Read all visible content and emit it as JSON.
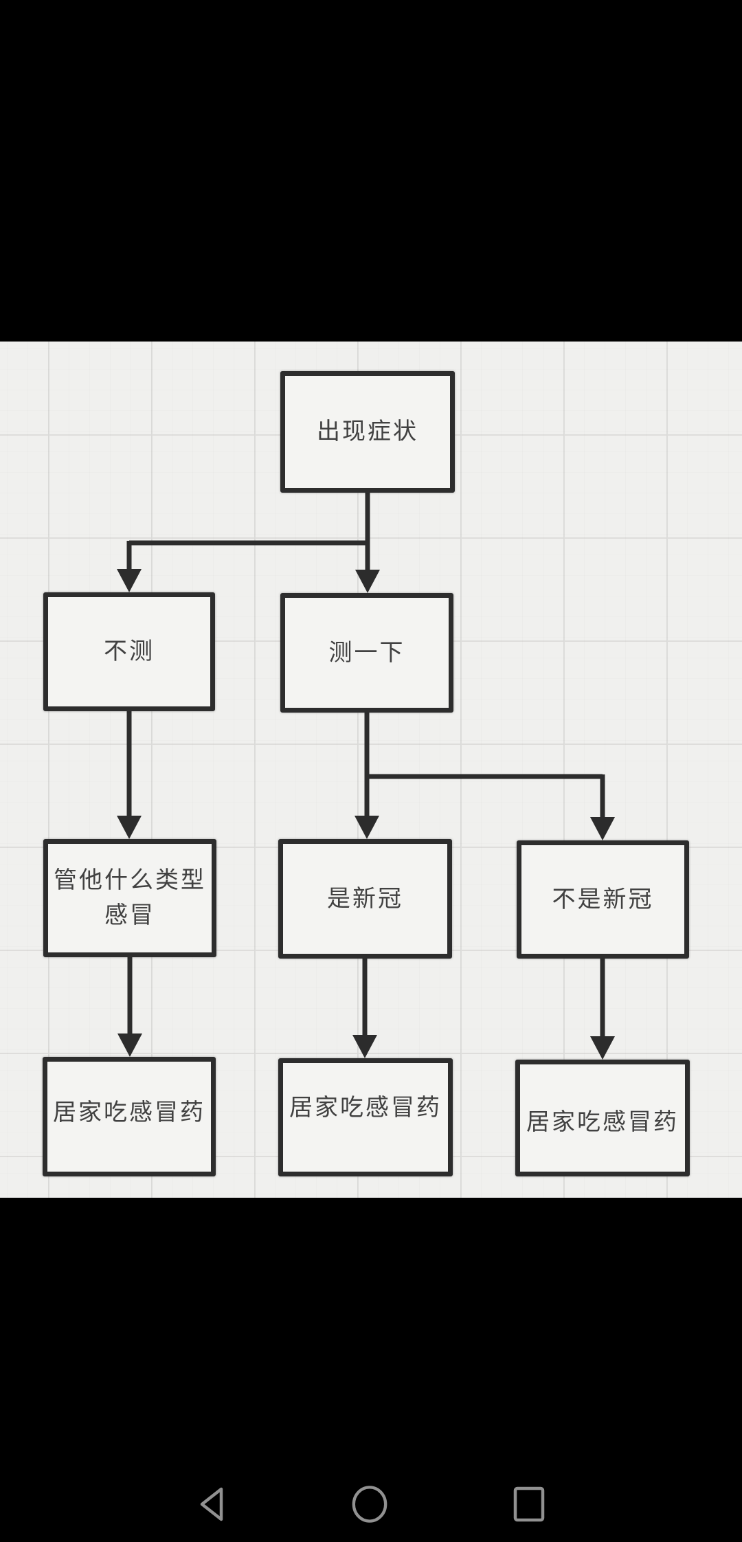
{
  "screen": {
    "letterbox_color": "#000000"
  },
  "flowchart": {
    "canvas_color": "#f0f0ee",
    "grid_line_color": "#dedddb",
    "box_fill_color": "#f4f4f2",
    "box_border_color": "#2d2d2d",
    "text_color": "#414141",
    "connector_color": "#2c2c2c",
    "nodes": [
      {
        "id": "start",
        "label": "出现症状"
      },
      {
        "id": "no-test",
        "label": "不测"
      },
      {
        "id": "test",
        "label": "测一下"
      },
      {
        "id": "whatever-cold",
        "label": "管他什么类型感冒"
      },
      {
        "id": "is-covid",
        "label": "是新冠"
      },
      {
        "id": "not-covid",
        "label": "不是新冠"
      },
      {
        "id": "home-med-1",
        "label": "居家吃感冒药"
      },
      {
        "id": "home-med-2",
        "label": "居家吃感冒药"
      },
      {
        "id": "home-med-3",
        "label": "居家吃感冒药"
      }
    ],
    "edges": [
      {
        "from": "start",
        "to": "no-test"
      },
      {
        "from": "start",
        "to": "test"
      },
      {
        "from": "no-test",
        "to": "whatever-cold"
      },
      {
        "from": "test",
        "to": "is-covid"
      },
      {
        "from": "test",
        "to": "not-covid"
      },
      {
        "from": "whatever-cold",
        "to": "home-med-1"
      },
      {
        "from": "is-covid",
        "to": "home-med-2"
      },
      {
        "from": "not-covid",
        "to": "home-med-3"
      }
    ]
  },
  "nav_bar": {
    "icon_color": "#919191",
    "icons": [
      {
        "name": "back"
      },
      {
        "name": "home"
      },
      {
        "name": "recents"
      }
    ]
  }
}
